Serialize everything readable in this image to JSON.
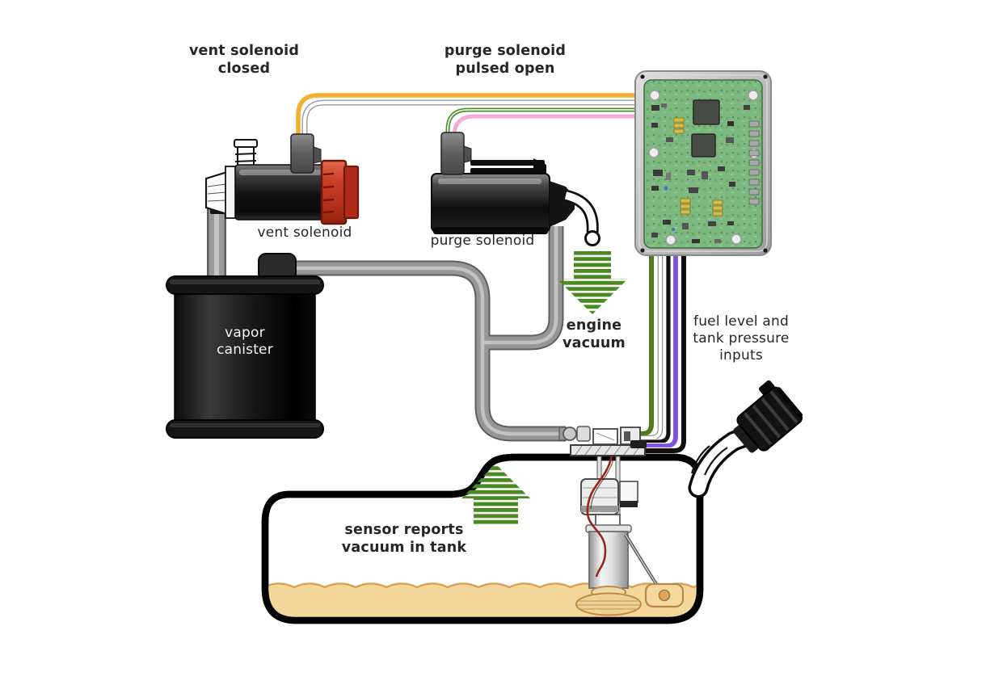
{
  "diagram": {
    "name": "EVAP system operation diagram",
    "state": "vent closed, purge pulsed open"
  },
  "annotations": {
    "vent_status": "vent solenoid\nclosed",
    "purge_status": "purge solenoid\npulsed open",
    "vent_label": "vent solenoid",
    "purge_label": "purge solenoid",
    "engine_vacuum": "engine\nvacuum",
    "tank_inputs": "fuel level and\ntank pressure\ninputs",
    "canister_label": "vapor\ncanister",
    "sensor_note": "sensor reports\nvacuum in tank"
  },
  "icons": {
    "down_arrow": "engine-vacuum-arrow-icon",
    "up_arrow": "tank-vacuum-arrow-icon"
  },
  "colors": {
    "vent_wire_yellow": "#f2b02c",
    "vent_wire_white": "#ffffff",
    "purge_wire_green": "#4c8f28",
    "purge_wire_pink": "#f3abd6",
    "ecu_wire_olive": "#55791f",
    "ecu_wire_purple": "#7e52e0",
    "flow_arrow_green": "#4a8a22",
    "fuel": "#f4d79b",
    "fuel_line": "#d9a458",
    "solenoid_cap_red": "#c8402a",
    "pcb_green": "#7cb87f",
    "hose_gray": "#969696"
  }
}
